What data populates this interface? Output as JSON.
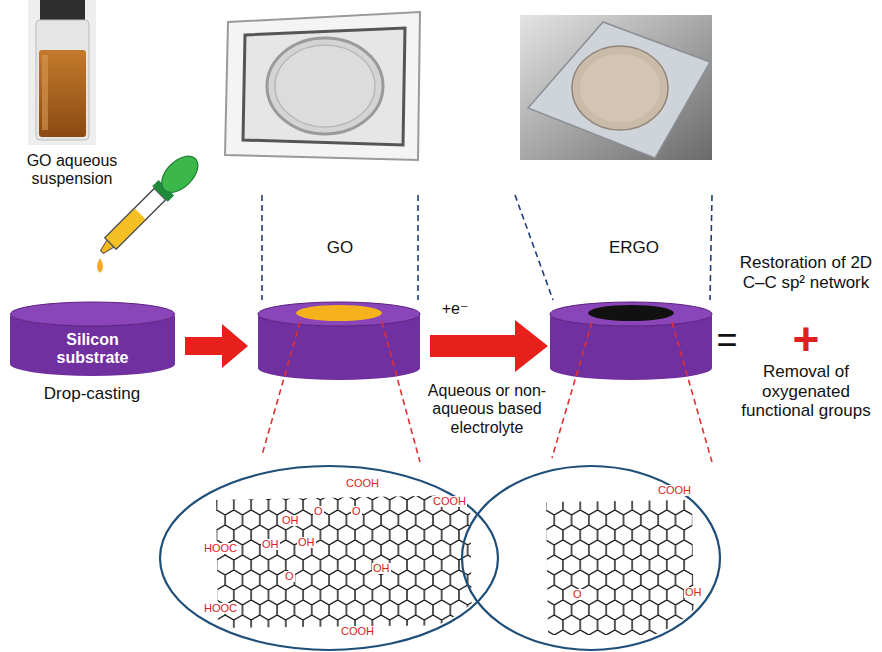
{
  "diagram": {
    "nodes": [
      {
        "text": [
          "Silicon substrate"
        ]
      }
    ],
    "labels": [
      "GO aqueous suspension",
      "GO",
      "ERGO",
      "+e⁻",
      "Aqueous or non-aqueous based electrolyte",
      "Drop-casting",
      "=",
      "Restoration of 2D C–C sp² network",
      "+",
      "Removal of oxygenated functional groups",
      "COOH",
      "COOH",
      "HOOC",
      "OH",
      "OH",
      "OH",
      "O",
      "O",
      "OH",
      "O",
      "HOOC",
      "COOH",
      "COOH",
      "O",
      "OH"
    ]
  }
}
